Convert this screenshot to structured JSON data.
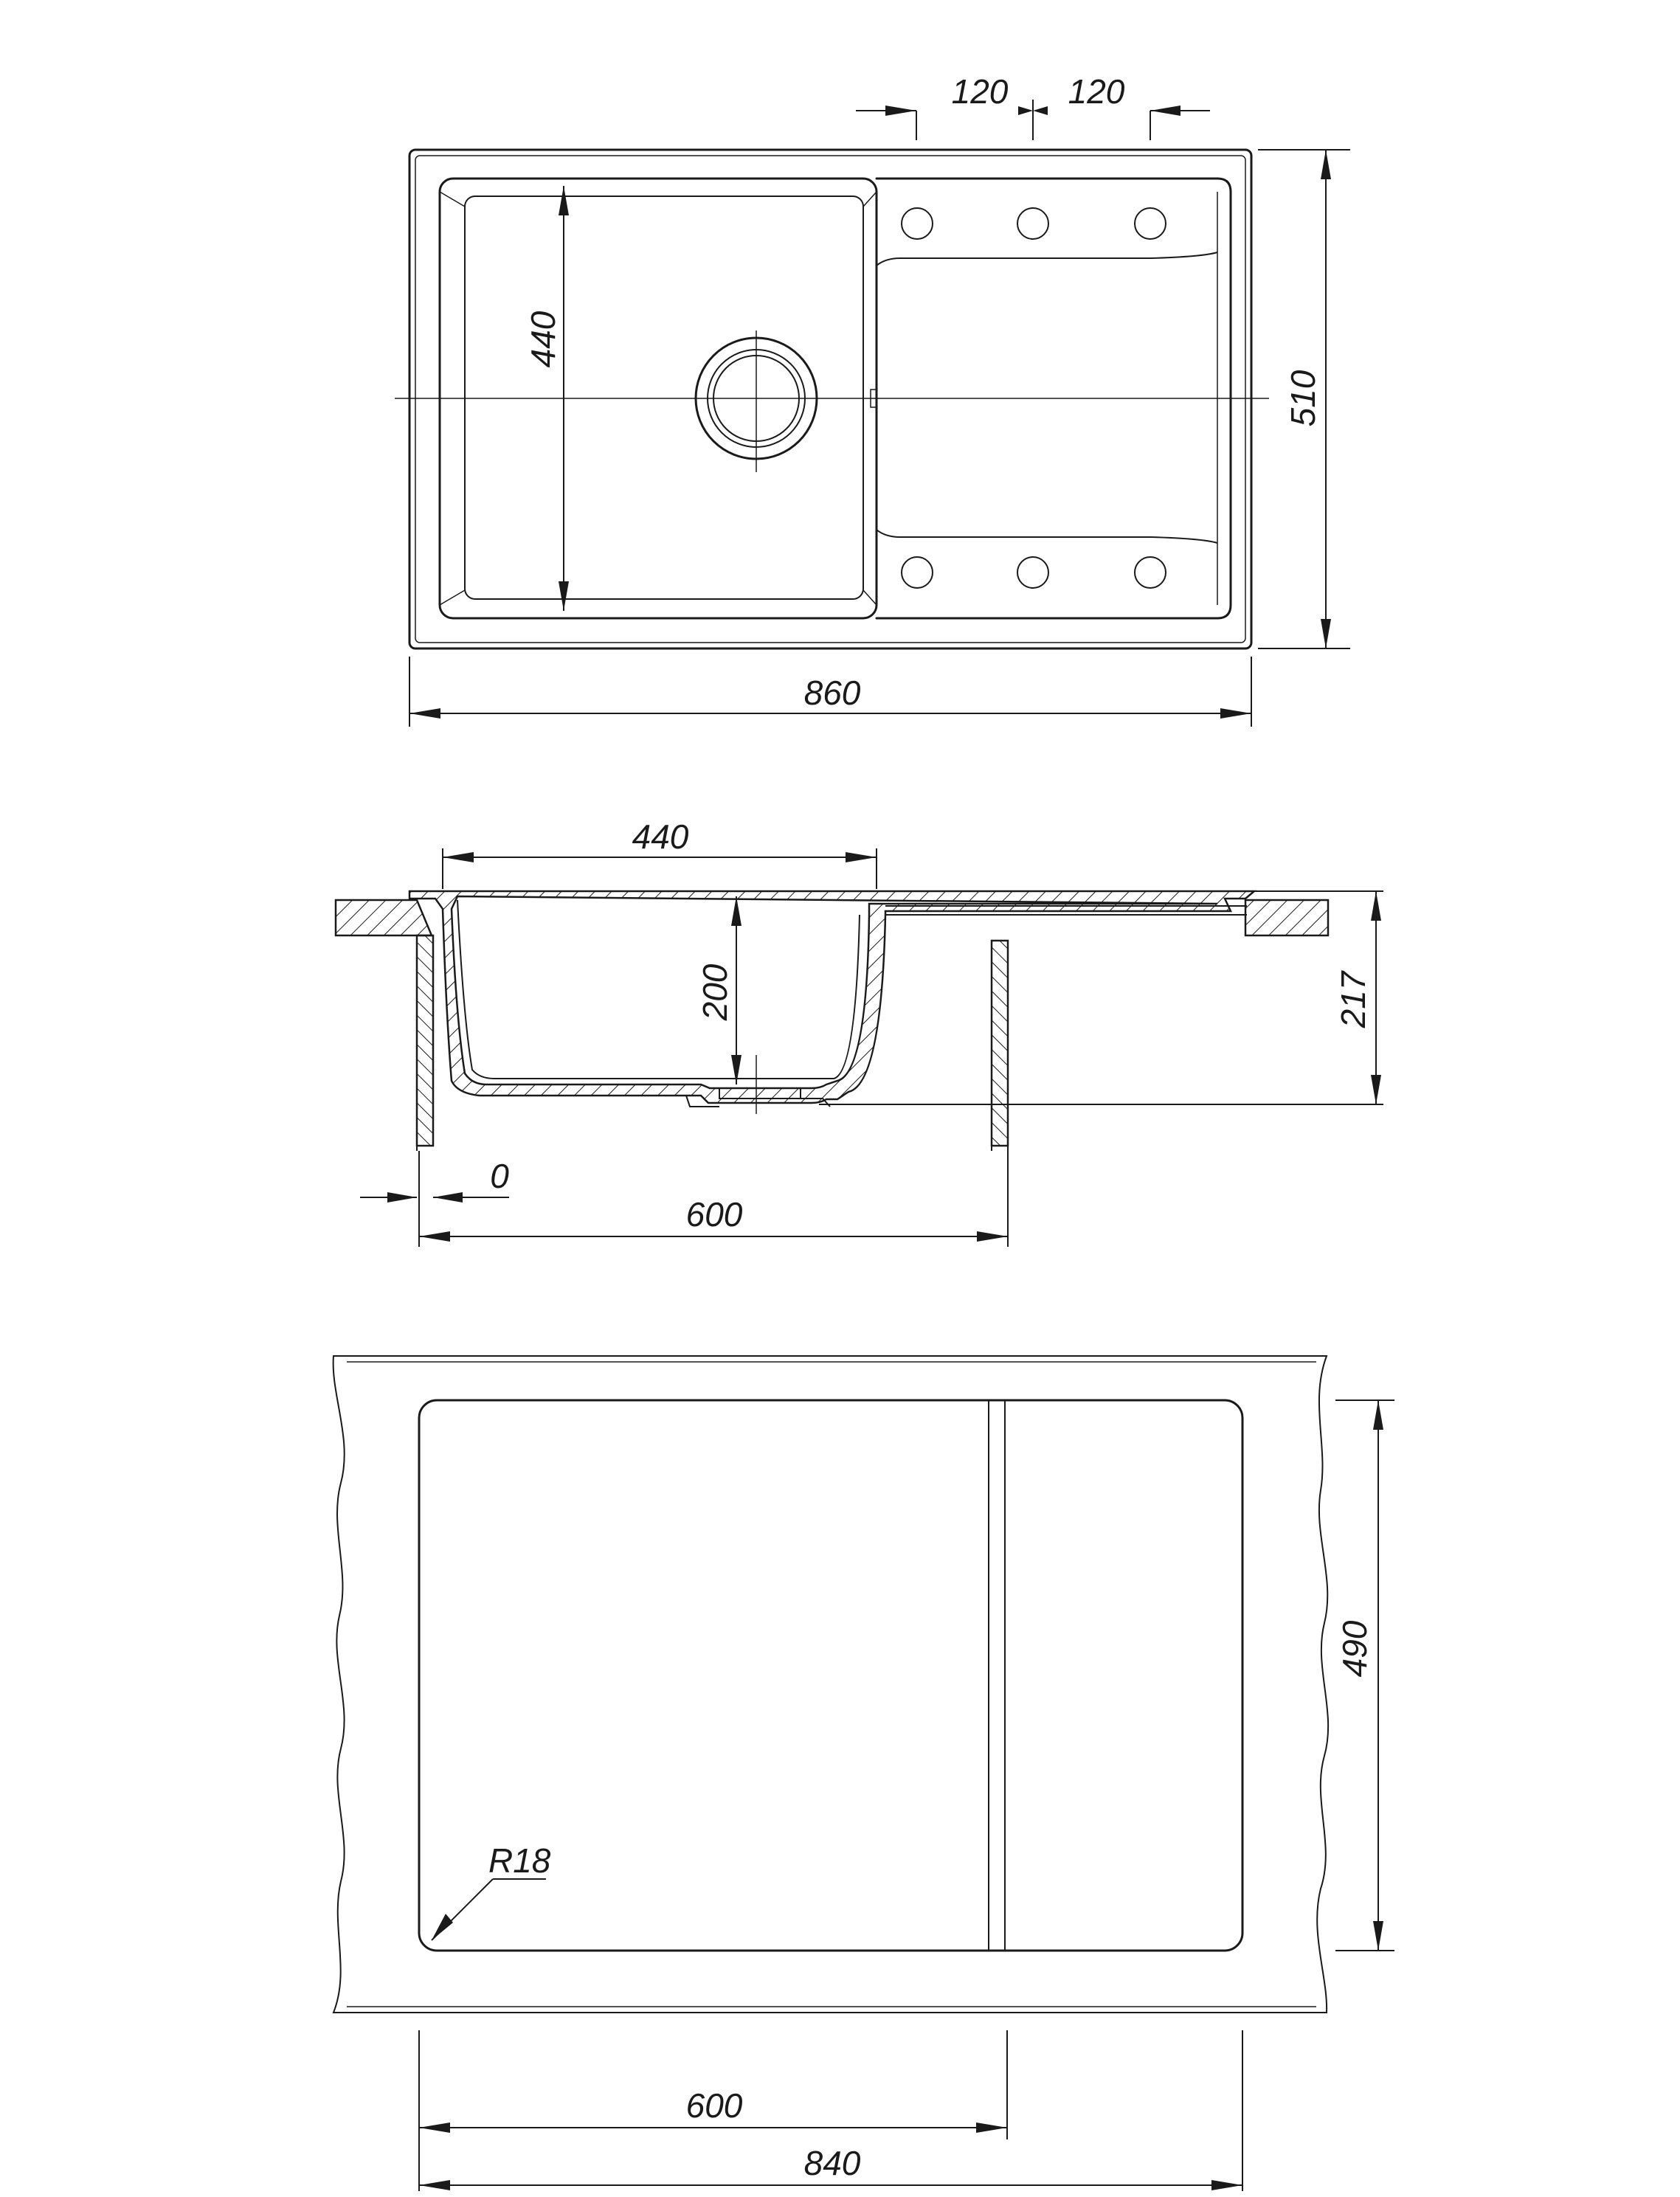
{
  "top_view": {
    "dim_hole_spacing_left": "120",
    "dim_hole_spacing_right": "120",
    "dim_bowl_width": "440",
    "dim_overall_depth": "510",
    "dim_overall_length": "860"
  },
  "section_view": {
    "dim_bowl_width": "440",
    "dim_bowl_depth": "200",
    "dim_overall_height": "217",
    "dim_offset": "0",
    "dim_cabinet_width": "600"
  },
  "cutout_view": {
    "dim_cutout_depth": "490",
    "dim_corner_radius": "R18",
    "dim_cabinet_width": "600",
    "dim_cutout_length": "840"
  }
}
